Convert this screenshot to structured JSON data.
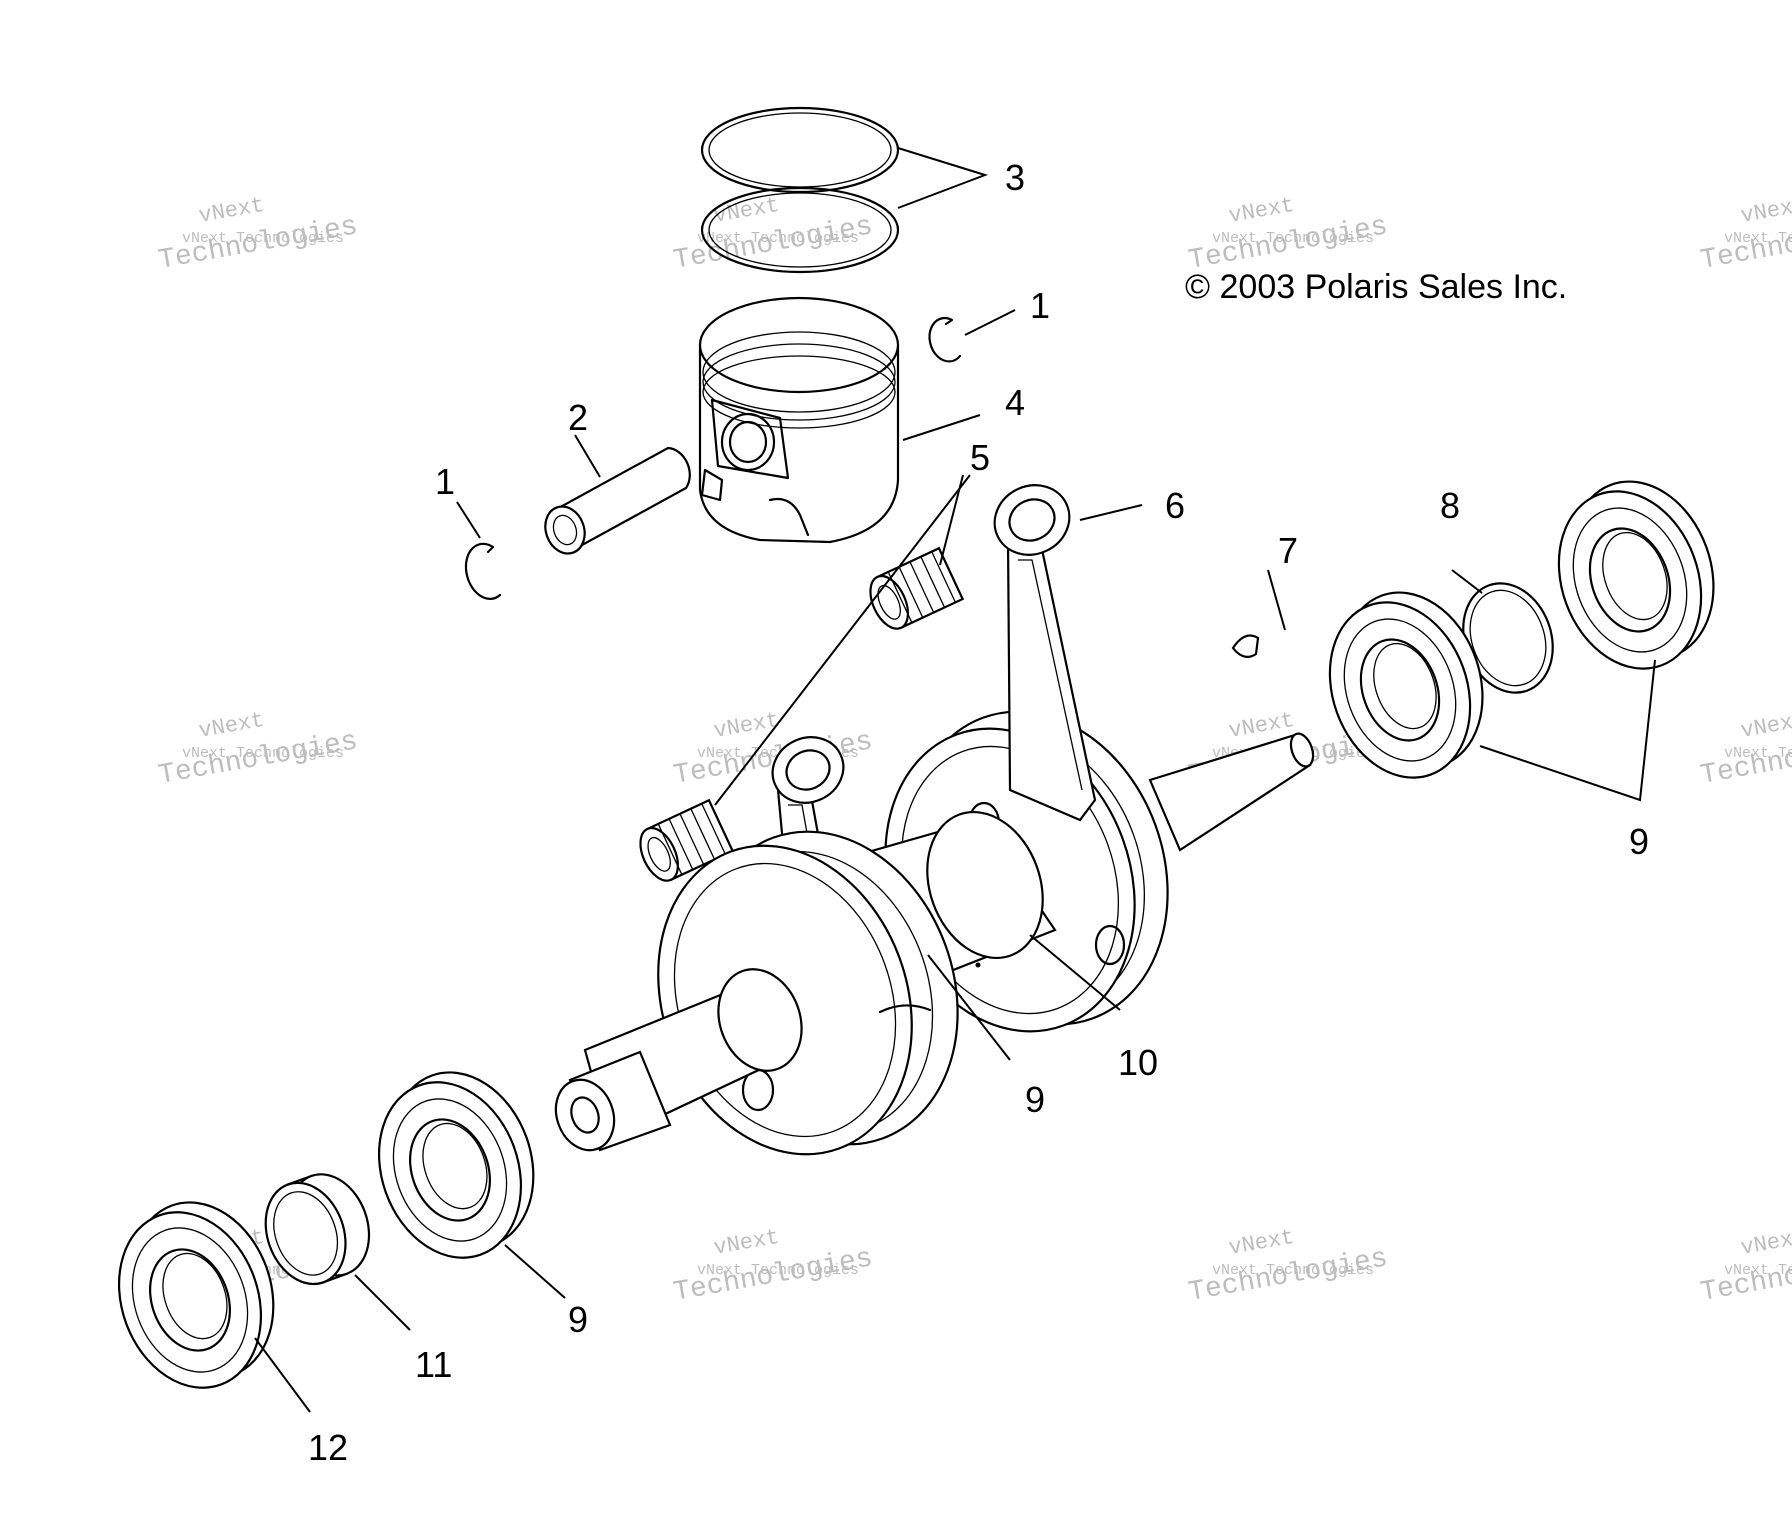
{
  "copyright": "© 2003 Polaris Sales Inc.",
  "watermark": {
    "line1": "vNext",
    "line2": "vNext Technologies",
    "line3": "Technologies",
    "color": "#bdbdbd"
  },
  "callouts": {
    "c1a": "1",
    "c1b": "1",
    "c2": "2",
    "c3": "3",
    "c4": "4",
    "c5": "5",
    "c6": "6",
    "c7": "7",
    "c8": "8",
    "c9a": "9",
    "c9b": "9",
    "c9c": "9",
    "c10": "10",
    "c11": "11",
    "c12": "12"
  }
}
